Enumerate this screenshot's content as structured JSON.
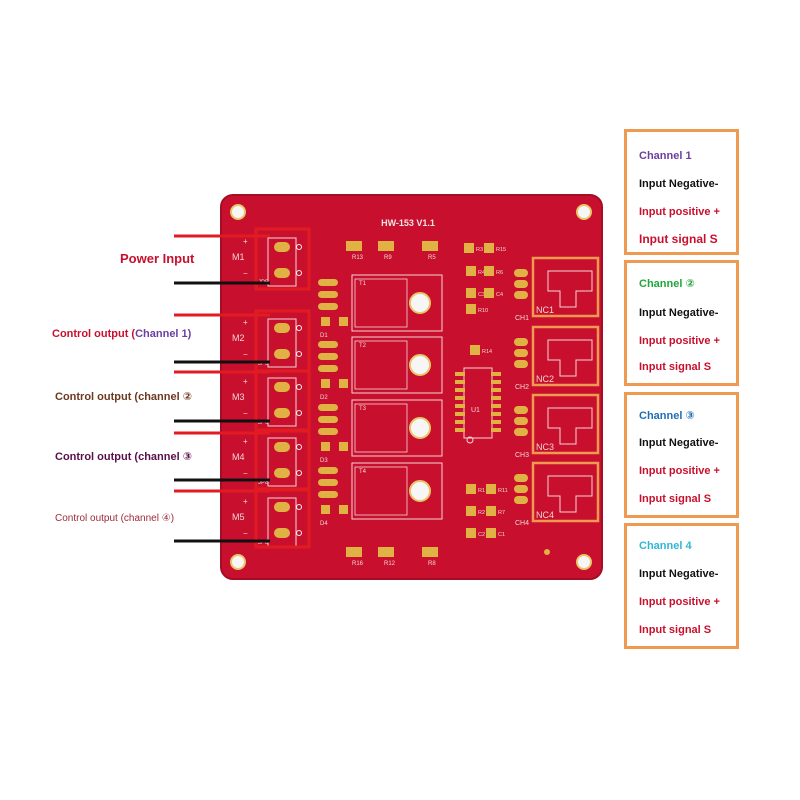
{
  "colors": {
    "board": "#c8102e",
    "board_edge": "#a50d25",
    "pad": "#e0b243",
    "silk": "#f2d6d6",
    "wire_red": "#e21b22",
    "wire_black": "#111111",
    "highlight_red": "#e21b22",
    "box_orange": "#ee9a50",
    "channel1_purple": "#6b3fa0",
    "channel2_green": "#1fa83a",
    "channel3_blue": "#1e6fb8",
    "channel4_cyan": "#31b7d6",
    "text_red": "#c8102e",
    "text_black": "#111111"
  },
  "board": {
    "title": "HW-153 V1.1",
    "terminal_labels": [
      "M1",
      "M2",
      "M3",
      "M4",
      "M5"
    ],
    "jumper_labels": [
      "JP5",
      "JP5",
      "JP6",
      "JP8",
      "JP8"
    ],
    "mosfet_labels": [
      "T1",
      "T2",
      "T3",
      "T4"
    ],
    "diode_labels": [
      "D1",
      "D2",
      "D3",
      "D4"
    ],
    "ic_label": "U1",
    "relay_labels": [
      "NC1",
      "NC2",
      "NC3",
      "NC4"
    ],
    "channel_header_labels": [
      "CH1",
      "CH2",
      "CH3",
      "CH4"
    ],
    "top_resistors": [
      "R13",
      "R9",
      "R5"
    ],
    "bottom_resistors": [
      "R16",
      "R12",
      "R8"
    ],
    "mid_components": [
      "R3",
      "R15",
      "R4",
      "R6",
      "C3",
      "C4",
      "R10",
      "R14",
      "R1",
      "R11",
      "R2",
      "R7",
      "C2",
      "C1"
    ]
  },
  "left_labels": {
    "power_input": "Power Input",
    "ch1_prefix": "Control output (",
    "ch1_suffix": "Channel 1)",
    "ch2": "Control output (channel ②",
    "ch3": "Control output (channel ③",
    "ch4": "Control output (channel ④)"
  },
  "channels": [
    {
      "title": "Channel 1",
      "neg": "Input Negative-",
      "pos": "Input positive +",
      "sig": "Input signal S"
    },
    {
      "title": "Channel ②",
      "neg": "Input Negative-",
      "pos": "Input positive +",
      "sig": "Input signal S"
    },
    {
      "title": "Channel ③",
      "neg": "Input Negative-",
      "pos": "Input positive +",
      "sig": "Input signal S"
    },
    {
      "title": "Channel 4",
      "neg": "Input Negative-",
      "pos": "Input positive +",
      "sig": "Input signal S"
    }
  ]
}
